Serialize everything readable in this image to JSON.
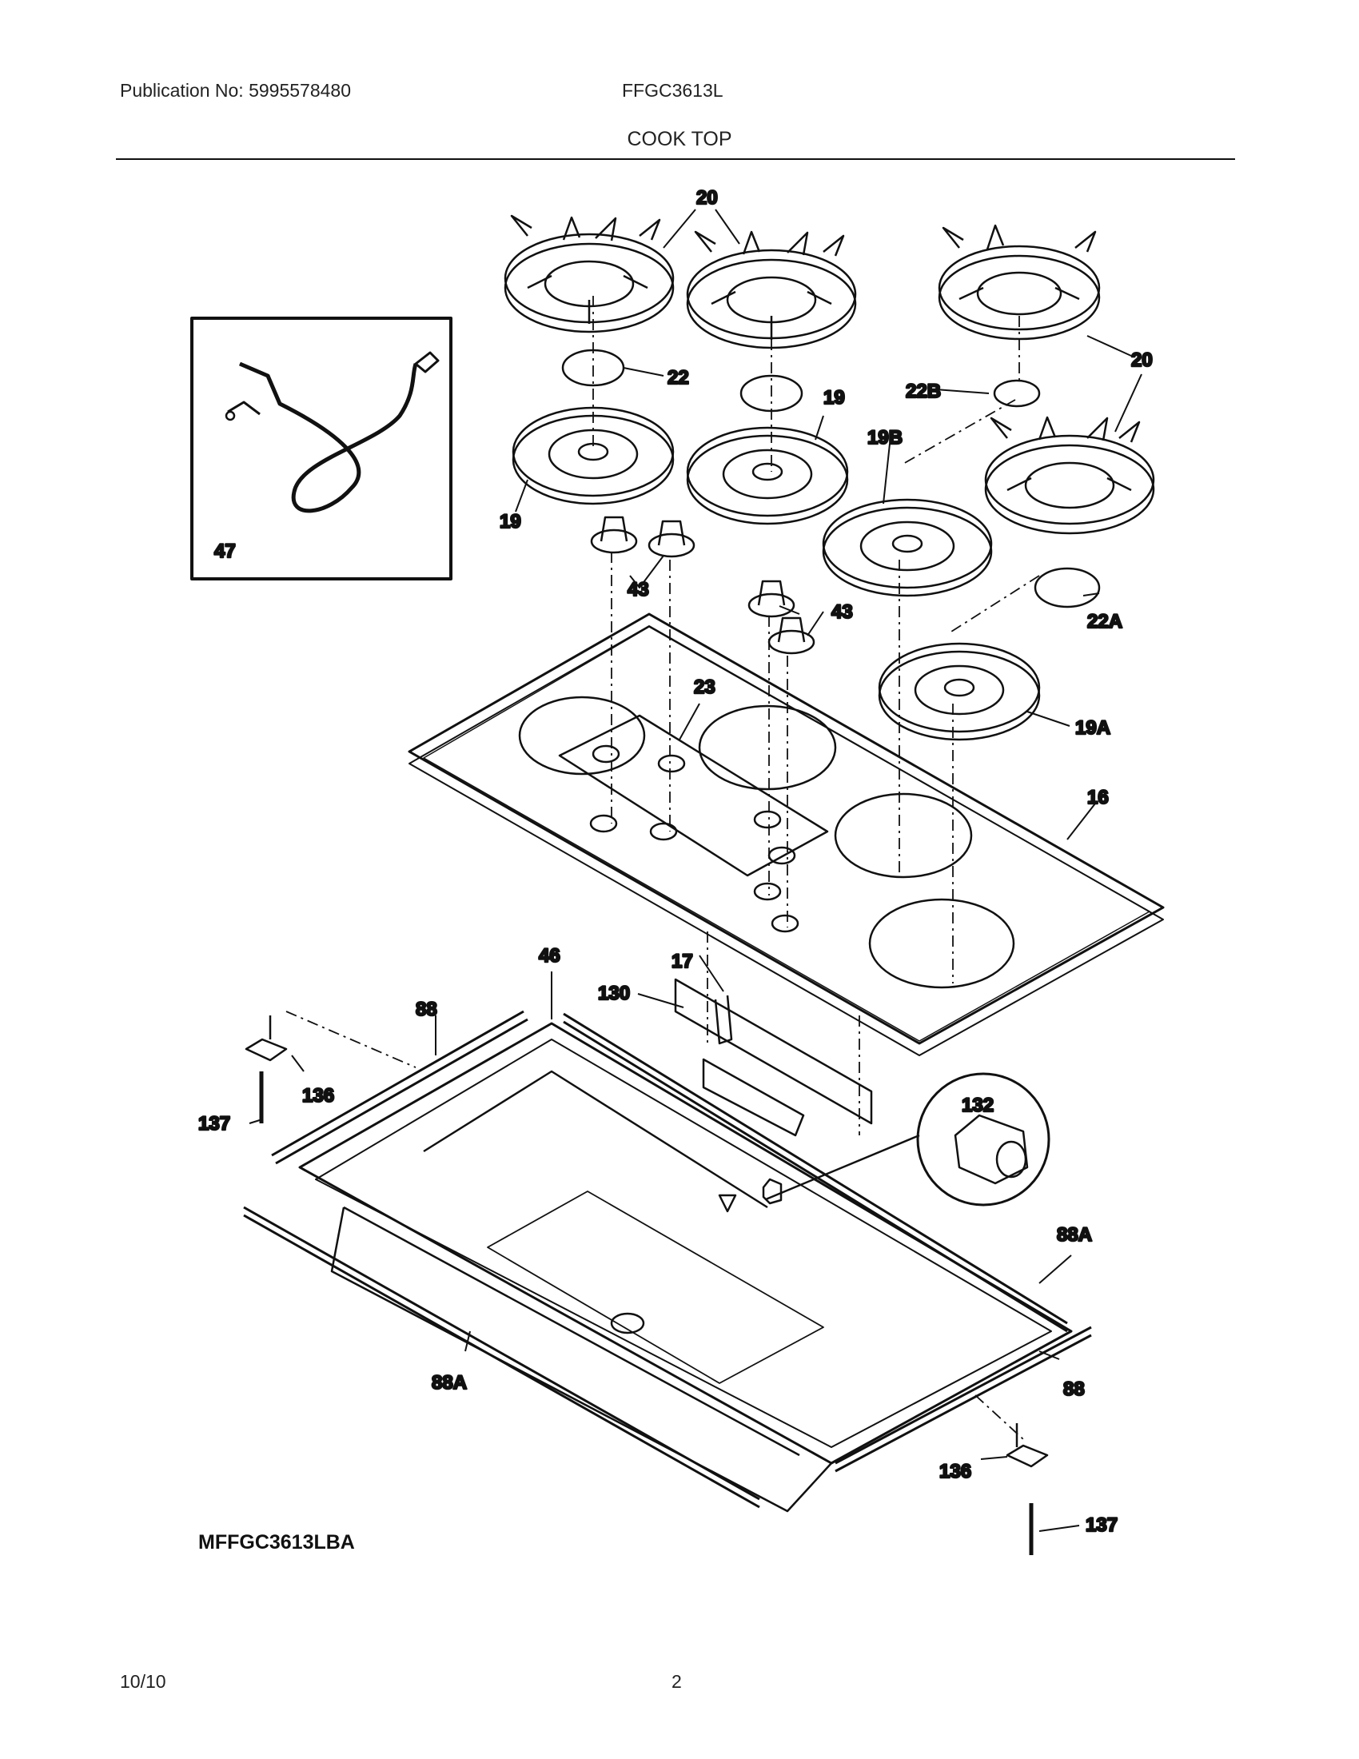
{
  "header": {
    "publication": "Publication No: 5995578480",
    "model": "FFGC3613L",
    "section_title": "COOK TOP"
  },
  "callouts": {
    "c20a": "20",
    "c20b": "20",
    "c22": "22",
    "c22b": "22B",
    "c22a": "22A",
    "c19a_label": "19",
    "c19b_label": "19",
    "c19B": "19B",
    "c19A": "19A",
    "c43a": "43",
    "c43b": "43",
    "c47": "47",
    "c23": "23",
    "c16": "16",
    "c46": "46",
    "c17": "17",
    "c130": "130",
    "c132": "132",
    "c88a": "88",
    "c88b": "88",
    "c88Aa": "88A",
    "c88Ab": "88A",
    "c136a": "136",
    "c136b": "136",
    "c137a": "137",
    "c137b": "137"
  },
  "diagram_id": "MFFGC3613LBA",
  "footer": {
    "date": "10/10",
    "page": "2"
  }
}
